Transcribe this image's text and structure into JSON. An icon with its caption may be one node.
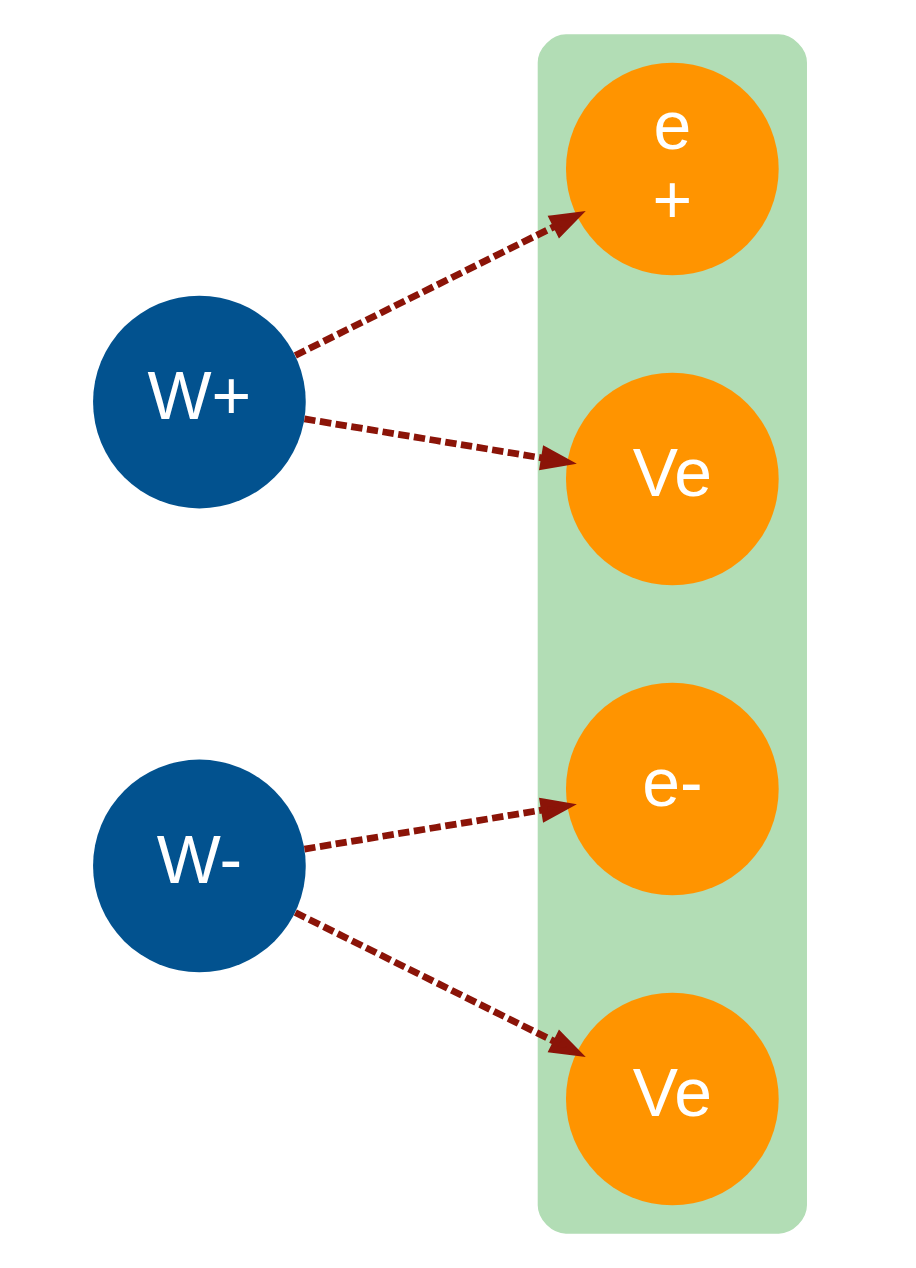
{
  "diagram": {
    "nodes": [
      {
        "text": [
          "W+"
        ]
      },
      {
        "text": [
          "W-"
        ]
      },
      {
        "text": [],
        "shape": "box"
      },
      {
        "text": [
          "e",
          "+"
        ],
        "in": 2
      },
      {
        "text": [
          "Ve"
        ],
        "in": 2
      },
      {
        "text": [
          "e-"
        ],
        "in": 2
      },
      {
        "text": [
          "Ve"
        ],
        "in": 2
      }
    ],
    "edges": [
      {
        "from": 0,
        "to": 3,
        "arrow": "to",
        "style": "dashed"
      },
      {
        "from": 0,
        "to": 4,
        "arrow": "to",
        "style": "dashed"
      },
      {
        "from": 1,
        "to": 5,
        "arrow": "to",
        "style": "dashed"
      },
      {
        "from": 1,
        "to": 6,
        "arrow": "to",
        "style": "dashed"
      }
    ]
  }
}
